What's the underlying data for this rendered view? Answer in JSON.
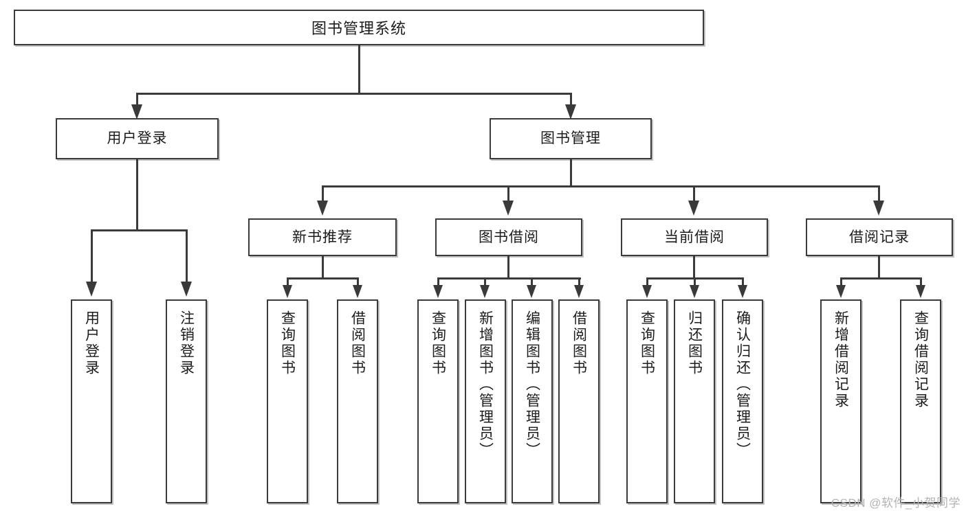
{
  "diagram": {
    "type": "tree",
    "title": "图书管理系统",
    "root": {
      "label": "图书管理系统"
    },
    "level1": [
      {
        "label": "用户登录"
      },
      {
        "label": "图书管理"
      }
    ],
    "level2": [
      {
        "label": "新书推荐"
      },
      {
        "label": "图书借阅"
      },
      {
        "label": "当前借阅"
      },
      {
        "label": "借阅记录"
      }
    ],
    "leaves": {
      "user_login": [
        {
          "label": "用户登录"
        },
        {
          "label": "注销登录"
        }
      ],
      "new_book_recommend": [
        {
          "label": "查询图书"
        },
        {
          "label": "借阅图书"
        }
      ],
      "book_borrow": [
        {
          "label": "查询图书"
        },
        {
          "label": "新增图书（管理员）"
        },
        {
          "label": "编辑图书（管理员）"
        },
        {
          "label": "借阅图书"
        }
      ],
      "current_borrow": [
        {
          "label": "查询图书"
        },
        {
          "label": "归还图书"
        },
        {
          "label": "确认归还（管理员）"
        }
      ],
      "borrow_record": [
        {
          "label": "新增借阅记录"
        },
        {
          "label": "查询借阅记录"
        }
      ]
    }
  },
  "watermark": {
    "text": "CSDN @软件_小贺同学"
  },
  "colors": {
    "stroke": "#3a3a3a",
    "fill": "#ffffff",
    "text": "#1c1c1c",
    "watermark": "#b3b3b3"
  }
}
